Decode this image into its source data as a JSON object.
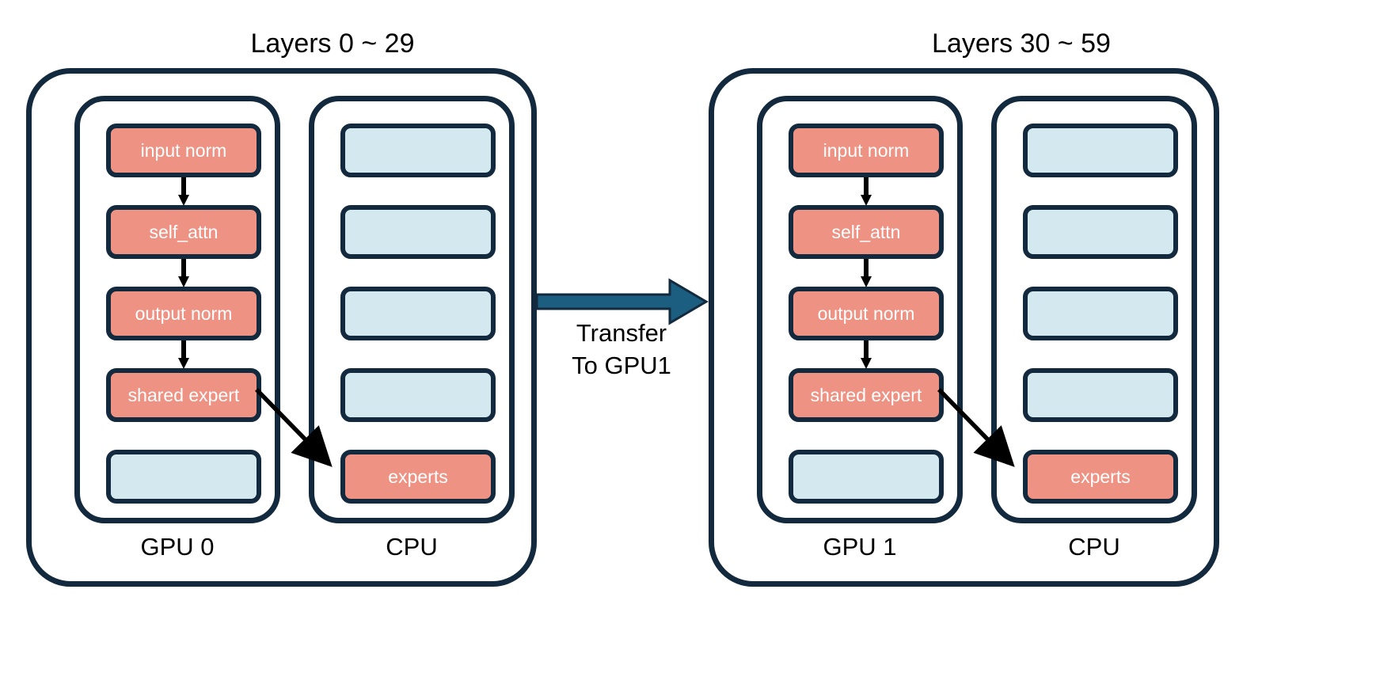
{
  "diagram": {
    "title_left": "Layers 0 ~ 29",
    "title_right": "Layers 30 ~ 59",
    "colors": {
      "active_fill": "#EE9284",
      "empty_fill": "#D4E8EF",
      "outline": "#13293D",
      "transfer_arrow": "#1B5E80",
      "flow_arrow": "#000000",
      "text_on_block": "#FFFFFF",
      "label_text": "#000000",
      "background": "#FFFFFF"
    },
    "transfer": {
      "caption_line1": "Transfer",
      "caption_line2": "To GPU1",
      "direction": "left-to-right"
    },
    "panels": [
      {
        "title": "Layers 0 ~ 29",
        "columns": [
          {
            "label": "GPU 0",
            "kind": "gpu",
            "slots": [
              {
                "label": "input norm",
                "state": "active"
              },
              {
                "label": "self_attn",
                "state": "active"
              },
              {
                "label": "output norm",
                "state": "active"
              },
              {
                "label": "shared expert",
                "state": "active"
              },
              {
                "label": "",
                "state": "empty"
              }
            ]
          },
          {
            "label": "CPU",
            "kind": "cpu",
            "slots": [
              {
                "label": "",
                "state": "empty"
              },
              {
                "label": "",
                "state": "empty"
              },
              {
                "label": "",
                "state": "empty"
              },
              {
                "label": "",
                "state": "empty"
              },
              {
                "label": "experts",
                "state": "active"
              }
            ]
          }
        ]
      },
      {
        "title": "Layers 30 ~ 59",
        "columns": [
          {
            "label": "GPU 1",
            "kind": "gpu",
            "slots": [
              {
                "label": "input norm",
                "state": "active"
              },
              {
                "label": "self_attn",
                "state": "active"
              },
              {
                "label": "output norm",
                "state": "active"
              },
              {
                "label": "shared expert",
                "state": "active"
              },
              {
                "label": "",
                "state": "empty"
              }
            ]
          },
          {
            "label": "CPU",
            "kind": "cpu",
            "slots": [
              {
                "label": "",
                "state": "empty"
              },
              {
                "label": "",
                "state": "empty"
              },
              {
                "label": "",
                "state": "empty"
              },
              {
                "label": "",
                "state": "empty"
              },
              {
                "label": "experts",
                "state": "active"
              }
            ]
          }
        ]
      }
    ]
  }
}
